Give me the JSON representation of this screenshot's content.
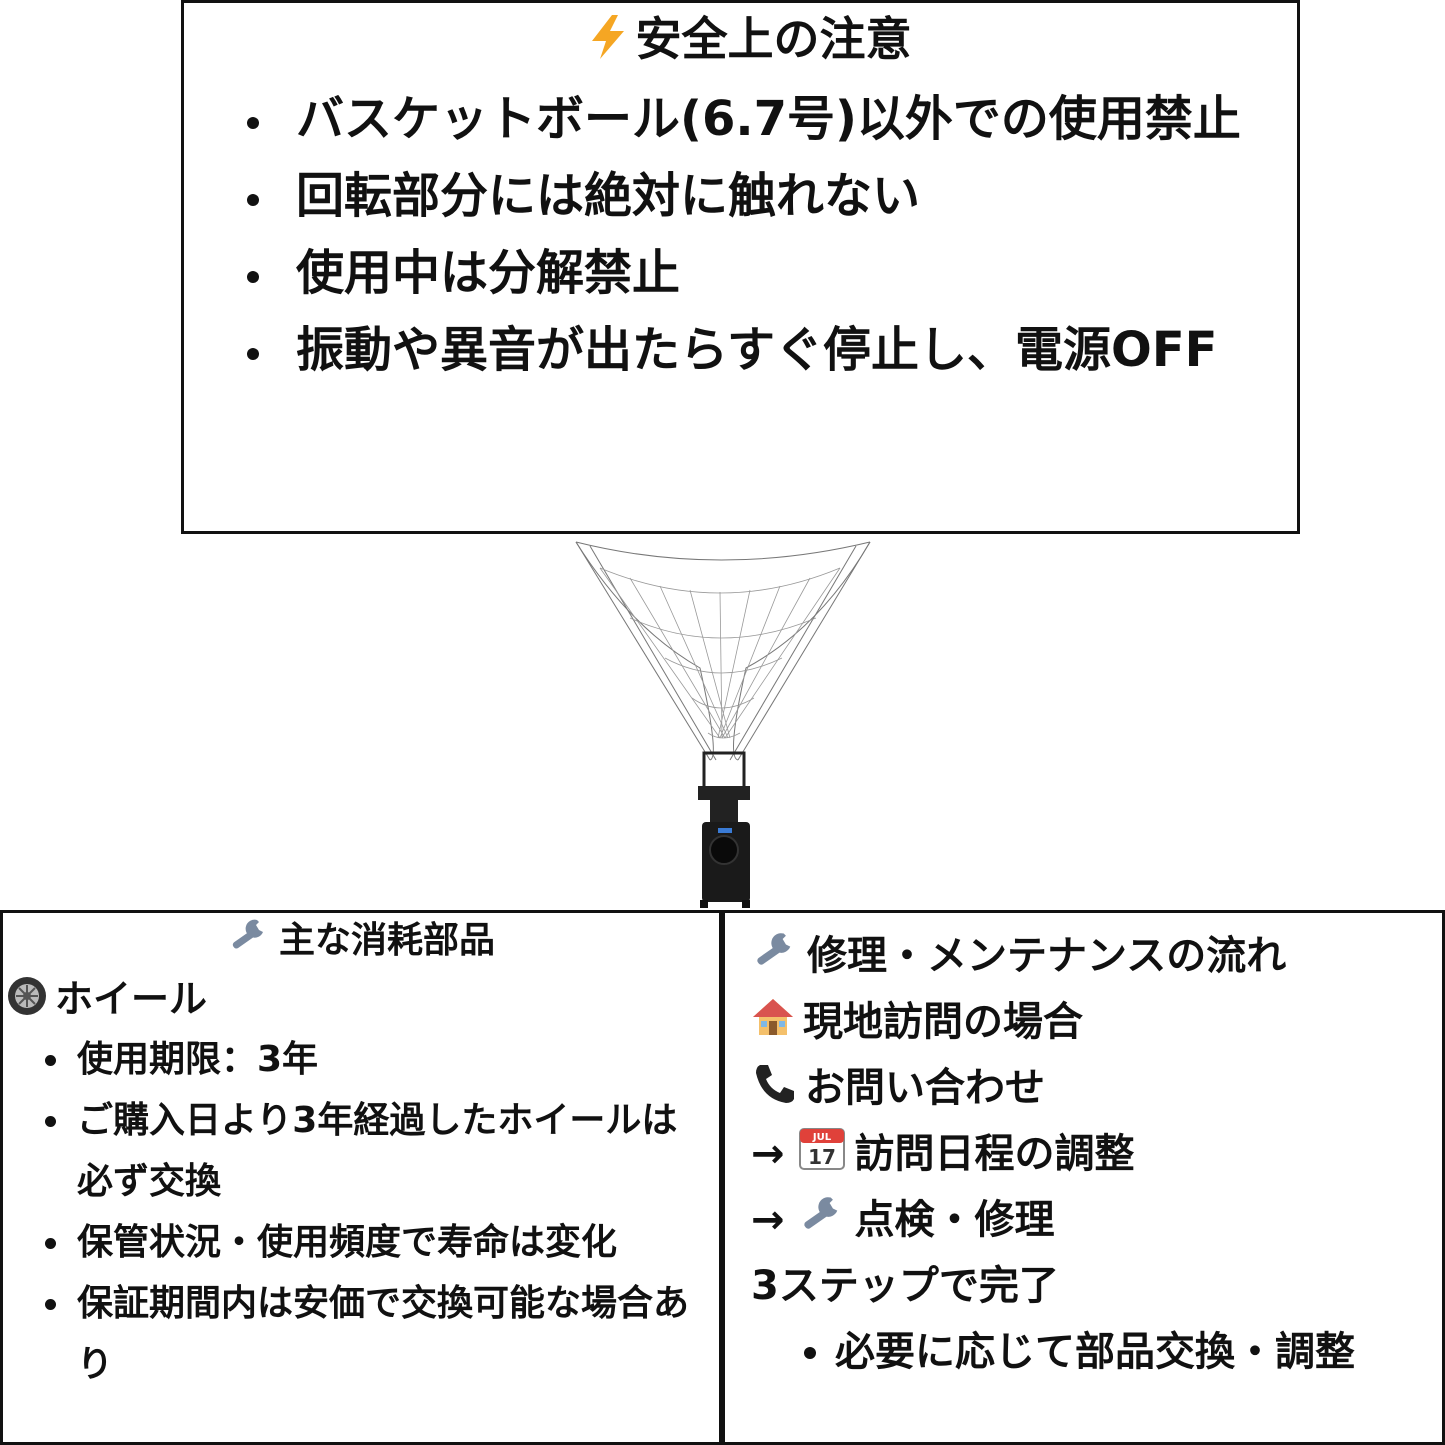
{
  "safety": {
    "title": "安全上の注意",
    "items": [
      "バスケットボール(6.7号)以外での使用禁止",
      "回転部分には絶対に触れない",
      "使用中は分解禁止",
      "振動や異音が出たらすぐ停止し、電源OFF"
    ]
  },
  "parts": {
    "title": "主な消耗部品",
    "wheel_label": "ホイール",
    "items": [
      "使用期限：3年",
      "ご購入日より3年経過したホイールは 必ず交換",
      "保管状況・使用頻度で寿命は変化",
      "保証期間内は安価で交換可能な場合あり"
    ]
  },
  "flow": {
    "title": "修理・メンテナンスの流れ",
    "visit_label": "現地訪問の場合",
    "step1": "お問い合わせ",
    "arrow": "→",
    "step2": "訪問日程の調整",
    "step3": "点検・修理",
    "summary": "3ステップで完了",
    "items": [
      "必要に応じて部品交換・調整"
    ]
  },
  "icons": {
    "safety": "lightning-icon",
    "parts": "wrench-icon",
    "wheel": "wheel-icon",
    "flow": "wrench-icon",
    "visit": "house-icon",
    "phone": "phone-icon",
    "calendar": "calendar-icon",
    "repair": "wrench-icon"
  },
  "calendar_icon": {
    "month": "JUL",
    "day": "17"
  },
  "colors": {
    "border": "#111111",
    "lightning": "#f5a623",
    "background": "#ffffff"
  }
}
